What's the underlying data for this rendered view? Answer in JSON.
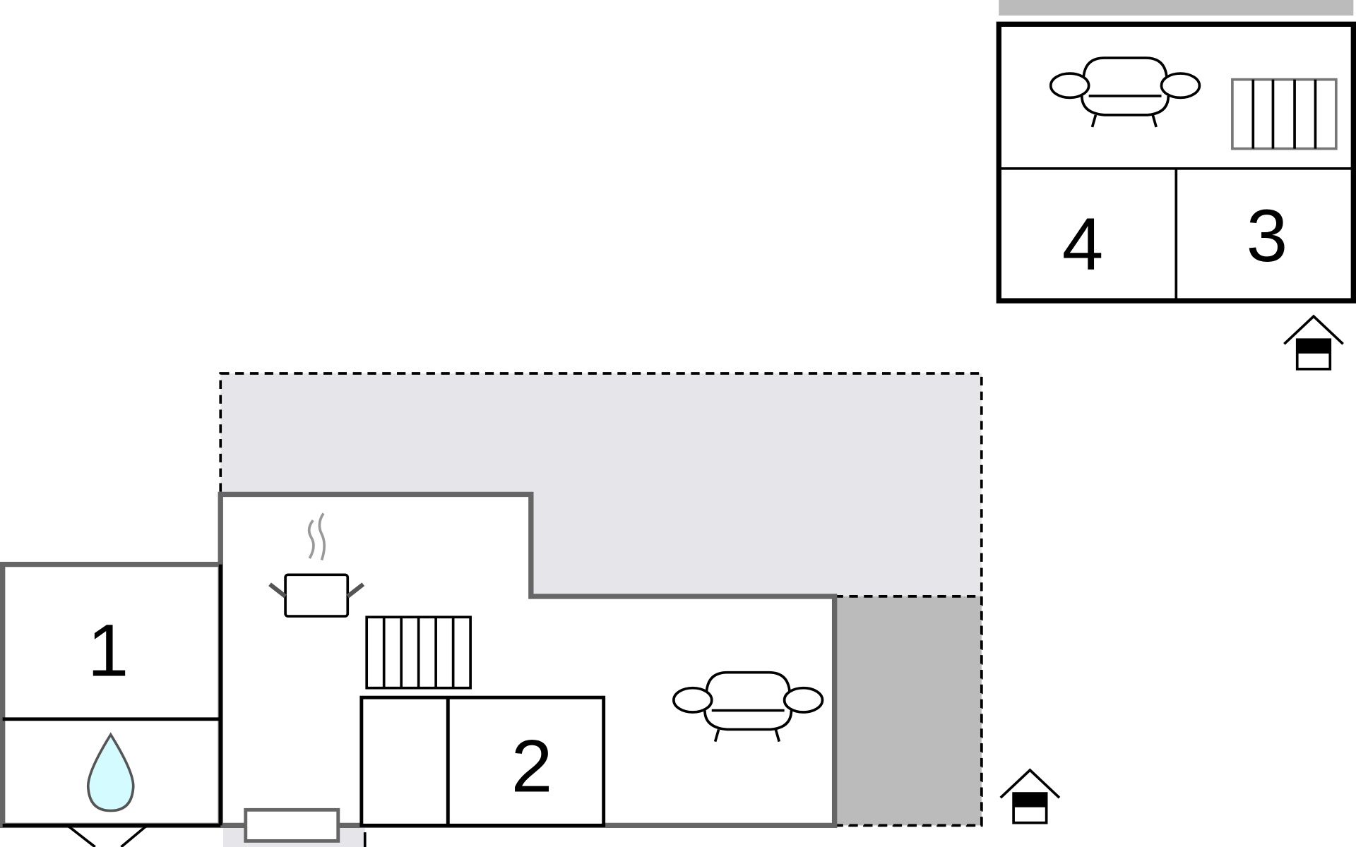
{
  "floorplan": {
    "rooms": [
      {
        "label": "1"
      },
      {
        "label": "2"
      },
      {
        "label": "3"
      },
      {
        "label": "4"
      }
    ],
    "icons": [
      "sofa-icon",
      "stairs-icon",
      "cooking-pot-icon",
      "water-drop-icon",
      "house-entrance-icon"
    ],
    "colors": {
      "terrace": "#e6e6ea",
      "covered_area": "#bbbbbb",
      "wall": "#666666",
      "water": "#d4fbff"
    }
  }
}
